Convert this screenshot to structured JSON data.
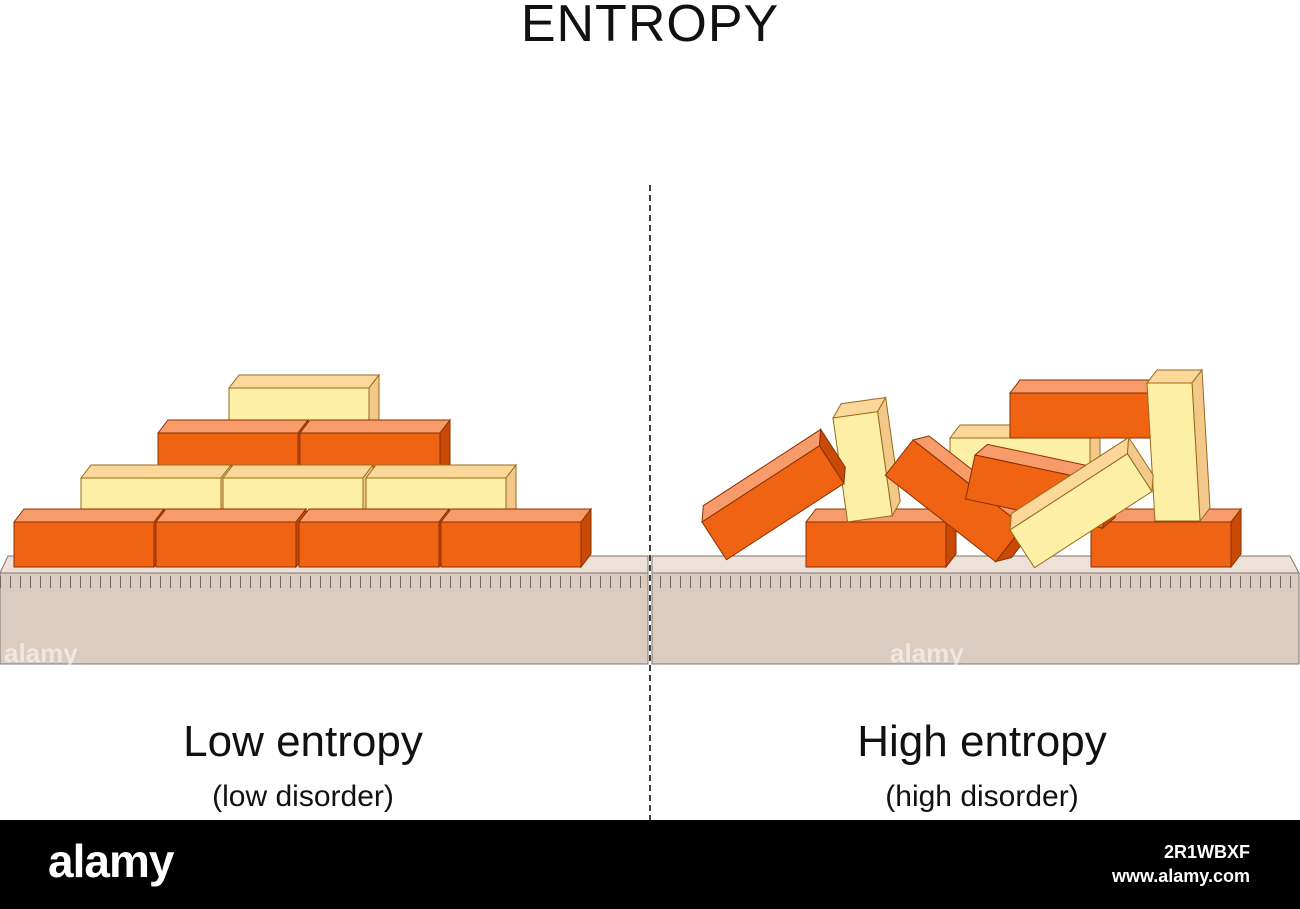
{
  "title": "ENTROPY",
  "left_panel": {
    "label": "Low entropy",
    "sublabel": "(low disorder)"
  },
  "right_panel": {
    "label": "High entropy",
    "sublabel": "(high disorder)"
  },
  "watermark": "alamy",
  "footer": {
    "logo": "alamy",
    "image_id": "2R1WBXF",
    "url": "www.alamy.com"
  },
  "colors": {
    "orange_brick": "#f06313",
    "yellow_brick": "#fdf0a6",
    "table": "#dccbbf",
    "table_top": "#ede1d8",
    "divider": "#000000"
  }
}
